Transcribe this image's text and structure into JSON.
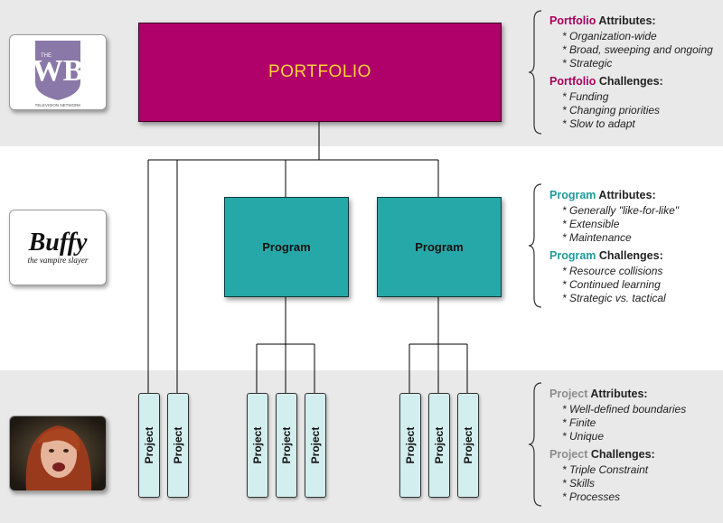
{
  "portfolio": {
    "label": "PORTFOLIO"
  },
  "programs": [
    {
      "label": "Program"
    },
    {
      "label": "Program"
    }
  ],
  "projects": [
    {
      "label": "Project"
    },
    {
      "label": "Project"
    },
    {
      "label": "Project"
    },
    {
      "label": "Project"
    },
    {
      "label": "Project"
    },
    {
      "label": "Project"
    },
    {
      "label": "Project"
    },
    {
      "label": "Project"
    }
  ],
  "logos": {
    "wb": {
      "text": "WB",
      "small": "THE",
      "sub": "TELEVISION NETWORK"
    },
    "buffy": {
      "title": "Buffy",
      "sub": "the vampire slayer"
    }
  },
  "notes": {
    "portfolio": {
      "keyword": "Portfolio",
      "attributes_suffix": " Attributes:",
      "attributes": [
        "* Organization-wide",
        "* Broad, sweeping and ongoing",
        "* Strategic"
      ],
      "challenges_suffix": " Challenges:",
      "challenges": [
        "* Funding",
        "* Changing priorities",
        "* Slow to adapt"
      ]
    },
    "program": {
      "keyword": "Program",
      "attributes_suffix": " Attributes:",
      "attributes": [
        "* Generally \"like-for-like\"",
        "* Extensible",
        "* Maintenance"
      ],
      "challenges_suffix": " Challenges:",
      "challenges": [
        "* Resource collisions",
        "* Continued learning",
        "* Strategic vs. tactical"
      ]
    },
    "project": {
      "keyword": "Project",
      "attributes_suffix": " Attributes:",
      "attributes": [
        "* Well-defined boundaries",
        "* Finite",
        "* Unique"
      ],
      "challenges_suffix": " Challenges:",
      "challenges": [
        "* Triple Constraint",
        "* Skills",
        "* Processes"
      ]
    }
  },
  "colors": {
    "portfolio": "#b0006a",
    "program": "#27a8a8",
    "project": "#d3eeee",
    "band": "#e9e9e9"
  }
}
